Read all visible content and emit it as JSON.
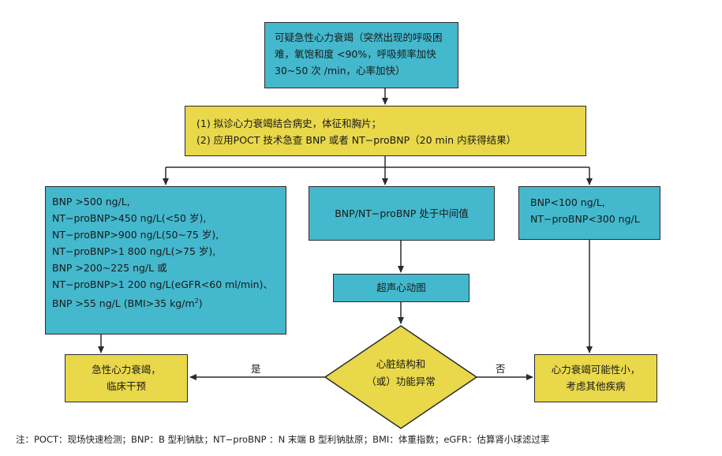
{
  "nodes": {
    "top": {
      "lines": [
        "可疑急性心力衰竭（突然出现的呼吸困",
        "难，氧饱和度 <90%，呼吸频率加快",
        "30~50 次 /min，心率加快）"
      ]
    },
    "steps": {
      "lines": [
        "(1) 拟诊心力衰竭结合病史，体征和胸片；",
        "(2) 应用POCT 技术急查 BNP 或者 NT−proBNP（20 min 内获得结果）"
      ]
    },
    "high": {
      "lines": [
        "BNP >500 ng/L,",
        "NT−proBNP>450 ng/L(<50 岁),",
        "NT−proBNP>900 ng/L(50~75 岁),",
        "NT−proBNP>1 800 ng/L(>75 岁),",
        "BNP >200~225 ng/L 或",
        "NT−proBNP>1 200 ng/L(eGFR<60 ml/min)、"
      ],
      "last_line": "BNP >55 ng/L (BMI>35 kg/m",
      "last_sup": "2",
      "last_close": ")"
    },
    "middle": {
      "text": "BNP/NT−proBNP 处于中间值"
    },
    "low": {
      "lines": [
        "BNP<100 ng/L,",
        "NT−proBNP<300 ng/L"
      ]
    },
    "echo": {
      "text": "超声心动图"
    },
    "decision": {
      "lines": [
        "心脏结构和",
        "（或）功能异常"
      ]
    },
    "acute": {
      "lines": [
        "急性心力衰竭，",
        "临床干预"
      ]
    },
    "other": {
      "lines": [
        "心力衰竭可能性小，",
        "考虑其他疾病"
      ]
    }
  },
  "edges": {
    "yes_label": "是",
    "no_label": "否"
  },
  "footnote": "注：POCT：现场快速检测；BNP：B 型利钠肽；NT−proBNP ：N 末端 B 型利钠肽原；BMI：体重指数；eGFR：估算肾小球滤过率",
  "colors": {
    "blue": "#44b8cd",
    "yellow": "#e8d84a",
    "line": "#2b2b2b"
  }
}
